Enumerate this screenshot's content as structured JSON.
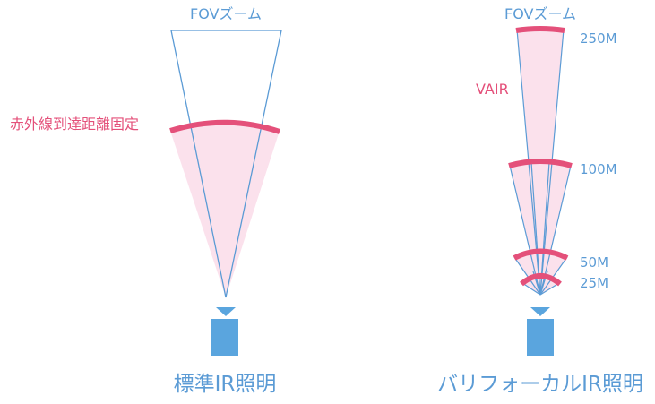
{
  "colors": {
    "beam_fill": "#fbe1ec",
    "beam_stroke": "#5b9bd5",
    "arc": "#e4507a",
    "camera": "#5aa5de",
    "label_blue": "#5b9bd5",
    "label_pink": "#e4507a"
  },
  "standard": {
    "fov_label": "FOVズーム",
    "ir_label": "赤外線到達距離固定",
    "caption": "標準IR照明"
  },
  "varifocal": {
    "fov_label": "FOVズーム",
    "vair_label": "VAIR",
    "distances": [
      "250M",
      "100M",
      "50M",
      "25M"
    ],
    "caption": "バリフォーカルIR照明"
  }
}
